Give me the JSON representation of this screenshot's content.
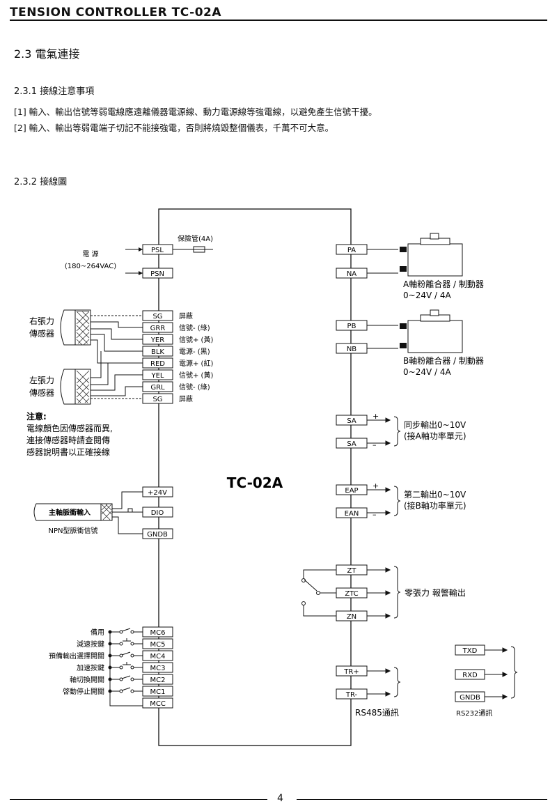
{
  "header": {
    "title": "TENSION CONTROLLER TC-02A"
  },
  "section": {
    "title": "2.3 電氣連接",
    "sub1": "2.3.1 接線注意事項",
    "notes": [
      "[1] 輸入、輸出信號等弱電線應遠離儀器電源線、動力電源線等強電線，以避免產生信號干擾。",
      "[2] 輸入、輸出等弱電端子切記不能接強電，否則將燒毀整個儀表，千萬不可大意。"
    ],
    "sub2": "2.3.2 接線圖"
  },
  "diagram": {
    "center_label": "TC-02A",
    "fuse_label": "保險管(4A)",
    "power": {
      "label": "電 源",
      "range": "(180~264VAC)",
      "pins": [
        "PSL",
        "PSN"
      ]
    },
    "sensor_pins": [
      {
        "pin": "SG",
        "desc": "屏蔽"
      },
      {
        "pin": "GRR",
        "desc": "信號- (綠)"
      },
      {
        "pin": "YER",
        "desc": "信號+ (黃)"
      },
      {
        "pin": "BLK",
        "desc": "電源- (黑)"
      },
      {
        "pin": "RED",
        "desc": "電源+ (紅)"
      },
      {
        "pin": "YEL",
        "desc": "信號+ (黃)"
      },
      {
        "pin": "GRL",
        "desc": "信號- (綠)"
      },
      {
        "pin": "SG",
        "desc": "屏蔽"
      }
    ],
    "right_sensor": [
      "右張力",
      "傳感器"
    ],
    "left_sensor": [
      "左張力",
      "傳感器"
    ],
    "sensor_note": [
      "注意:",
      "電線顏色因傳感器而異,",
      "連接傳感器時請查閱傳",
      "感器說明書以正確接線"
    ],
    "pulse": {
      "pins": [
        "+24V",
        "DIO",
        "GNDB"
      ],
      "label": "主軸脈衝輸入",
      "type": "NPN型脈衝信號"
    },
    "switch_pins": [
      "MC6",
      "MC5",
      "MC4",
      "MC3",
      "MC2",
      "MC1",
      "MCC"
    ],
    "switch_labels": [
      "備用",
      "減速按鍵",
      "預備輸出選擇開關",
      "加速按鍵",
      "軸切換開關",
      "啓動停止開關"
    ],
    "clutch_a": {
      "pins": [
        "PA",
        "NA"
      ],
      "label": "A軸粉離合器 / 制動器",
      "spec": "0~24V / 4A"
    },
    "clutch_b": {
      "pins": [
        "PB",
        "NB"
      ],
      "label": "B軸粉離合器 / 制動器",
      "spec": "0~24V / 4A"
    },
    "sync_out": {
      "pins": [
        "SA",
        "SA"
      ],
      "label": "同步輸出0~10V",
      "sub": "(接A軸功率單元)"
    },
    "second_out": {
      "pins": [
        "EAP",
        "EAN"
      ],
      "label": "第二輸出0~10V",
      "sub": "(接B軸功率單元)"
    },
    "alarm": {
      "pins": [
        "ZT",
        "ZTC",
        "ZN"
      ],
      "label": "零張力 報警輸出"
    },
    "rs485": {
      "pins": [
        "TR+",
        "TR-"
      ],
      "label": "RS485通訊"
    },
    "rs232": {
      "pins": [
        "TXD",
        "RXD",
        "GNDB"
      ],
      "label": "RS232通訊"
    },
    "plus": "+",
    "minus": "–"
  },
  "footer": {
    "page": "4"
  }
}
